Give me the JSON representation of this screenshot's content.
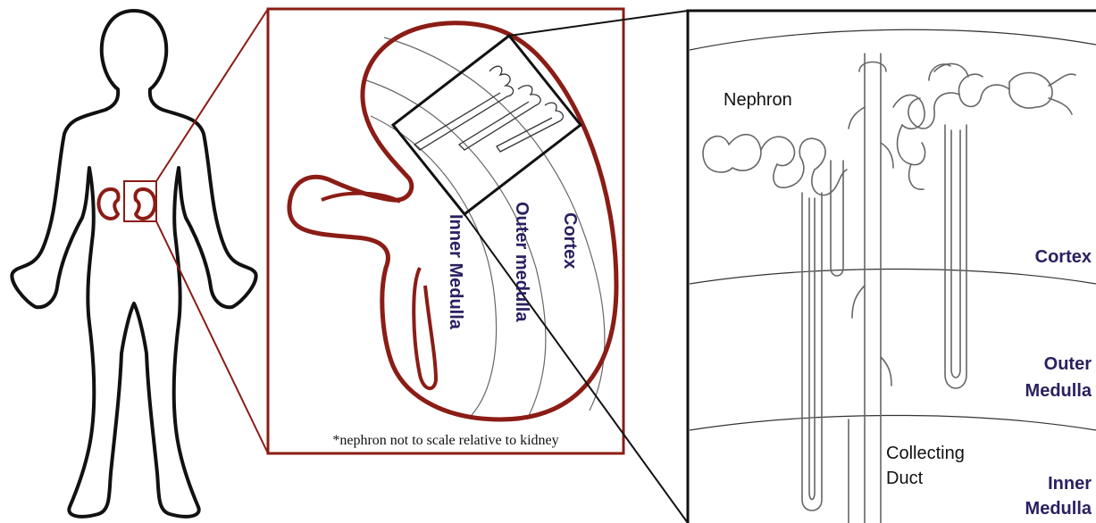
{
  "colors": {
    "kidney": "#8b1c16",
    "label": "#2a2060",
    "outline": "#111111",
    "thin": "#666666"
  },
  "kidney_panel": {
    "zone_labels": {
      "cortex": "Cortex",
      "outer": "Outer medulla",
      "inner": "Inner Medulla"
    },
    "footnote": "*nephron not to scale relative to kidney"
  },
  "nephron_panel": {
    "nephron": "Nephron",
    "collecting_line1": "Collecting",
    "collecting_line2": "Duct",
    "cortex": "Cortex",
    "outer_line1": "Outer",
    "outer_line2": "Medulla",
    "inner_line1": "Inner",
    "inner_line2": "Medulla"
  },
  "icons": [
    "human-body-icon",
    "kidney-icon",
    "nephron-icon"
  ]
}
